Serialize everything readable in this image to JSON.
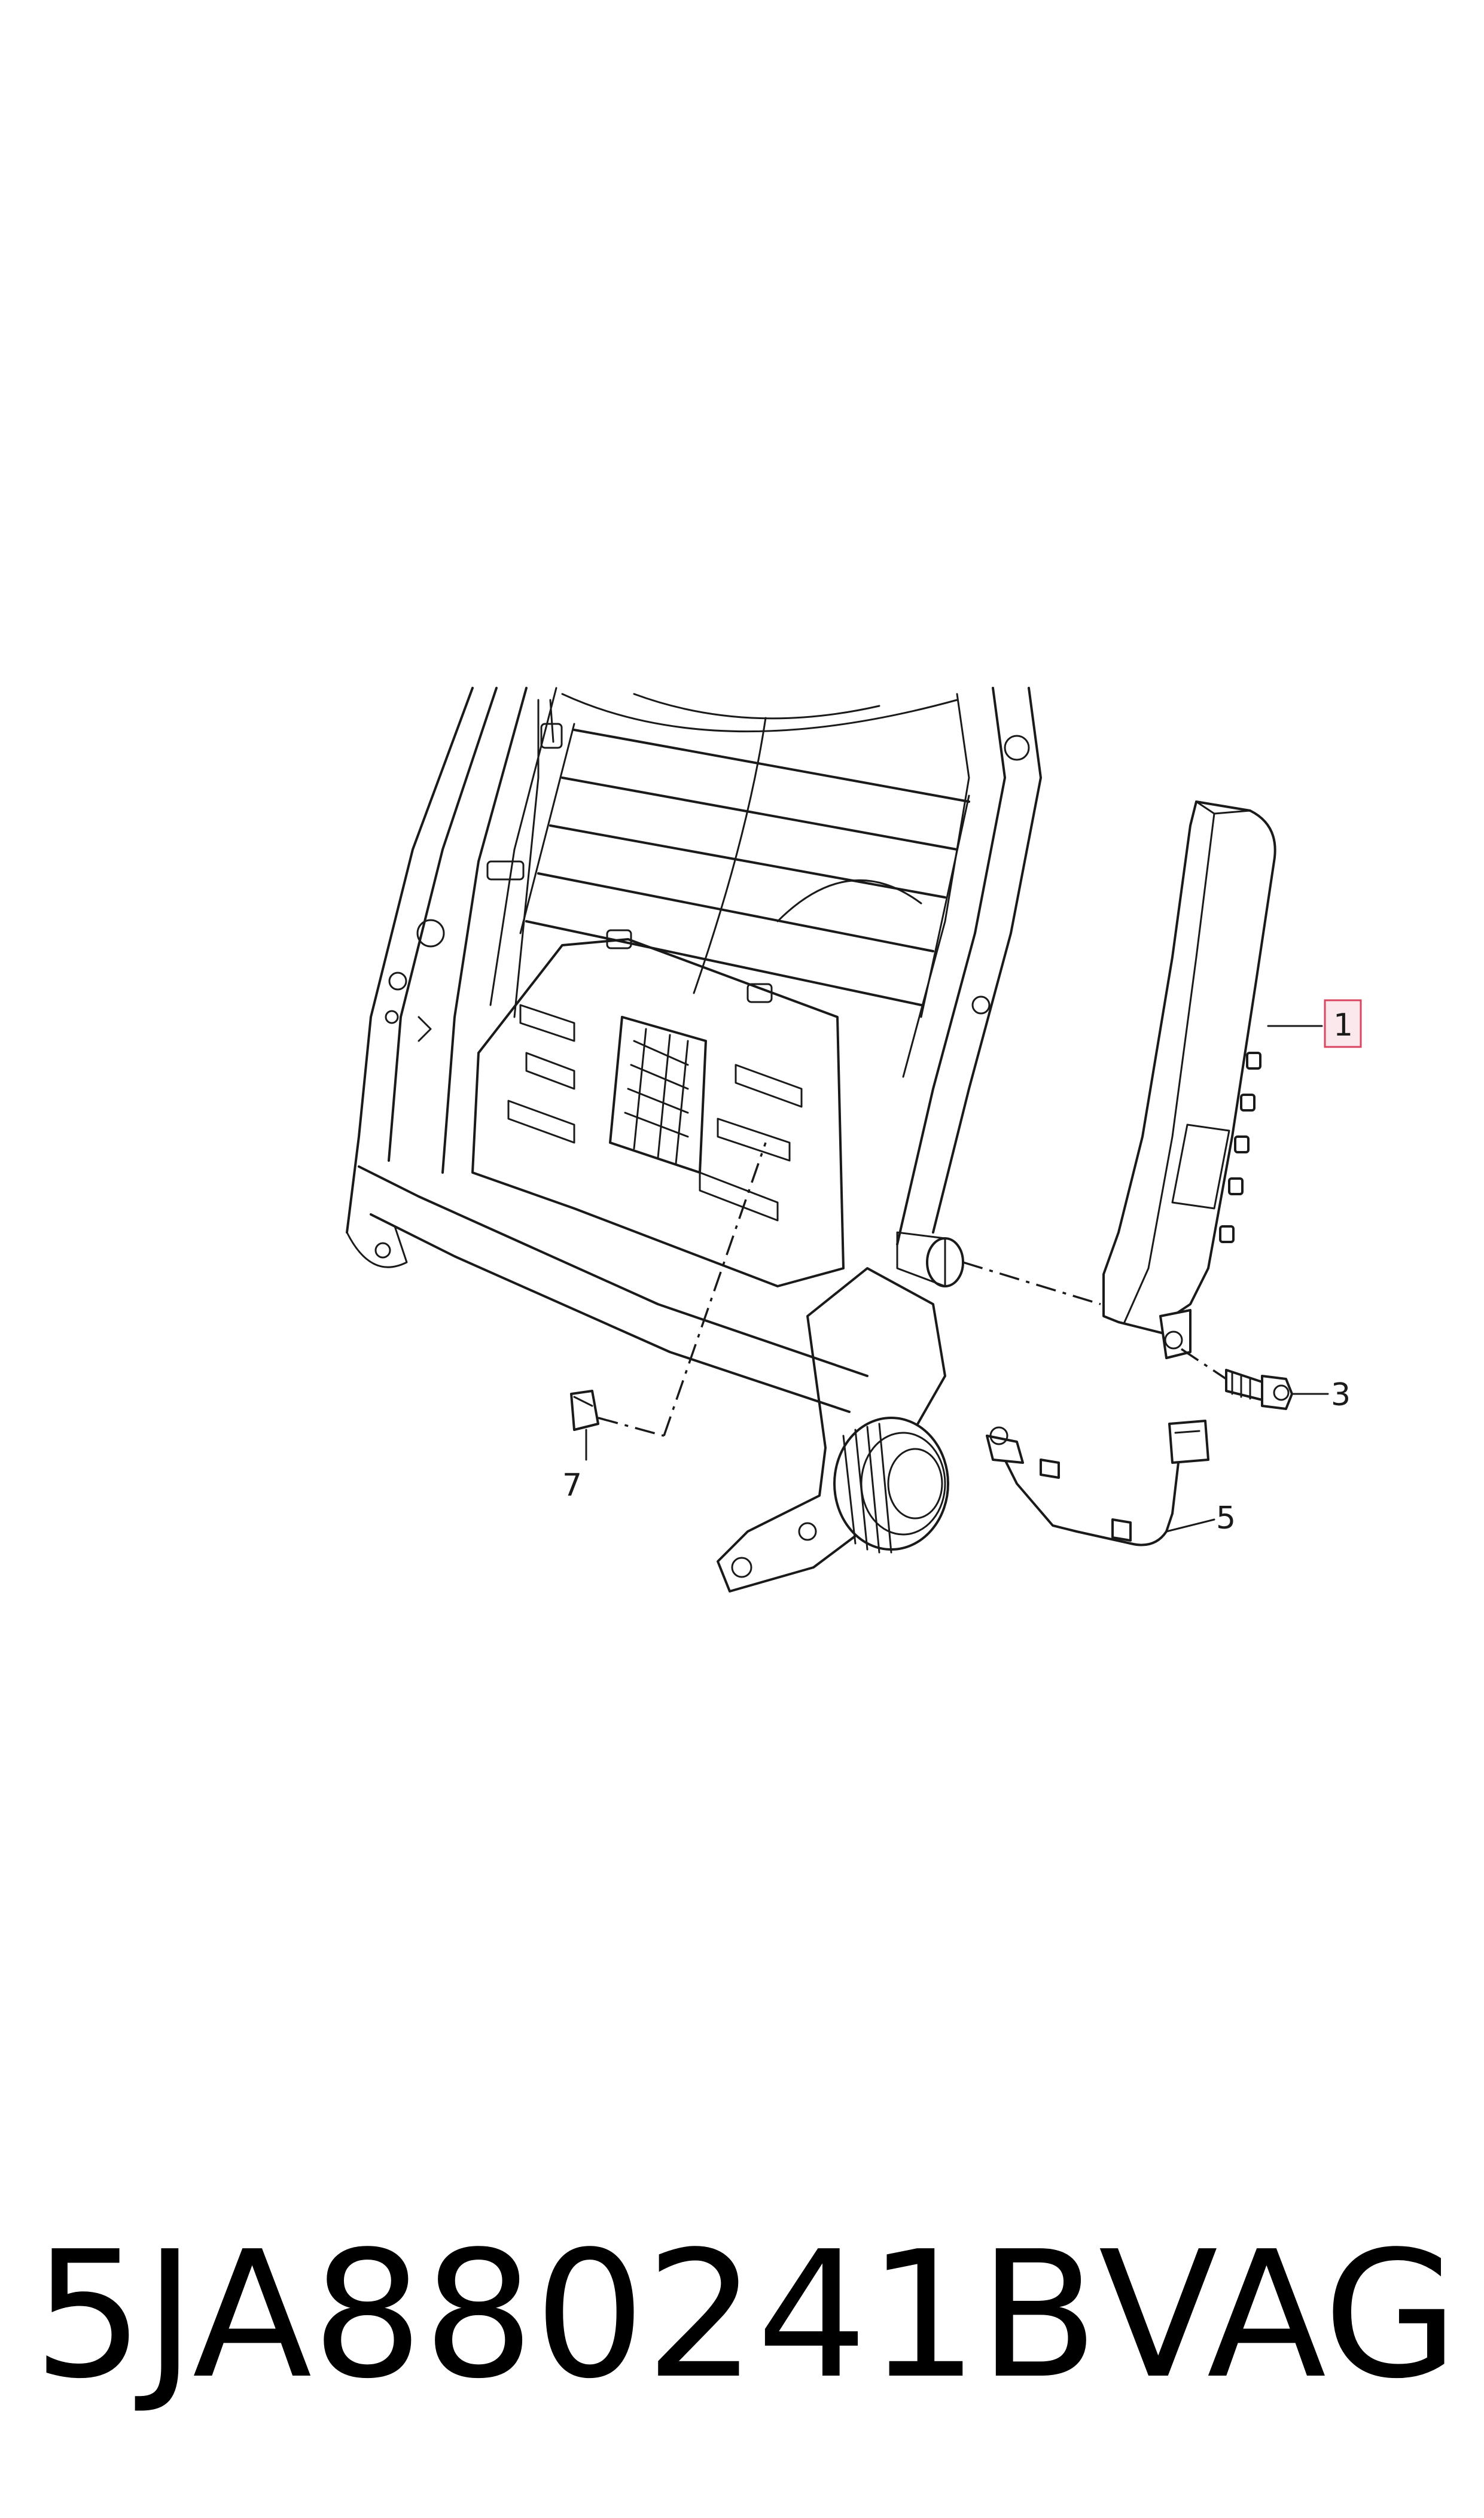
{
  "callouts": {
    "item_1": "1",
    "item_3": "3",
    "item_5": "5",
    "item_7": "7"
  },
  "banner": {
    "part_number": "5JA880241B",
    "brand": "VAG"
  },
  "colors": {
    "line": "#1a1a1a",
    "highlight_fill": "#fbe8ec",
    "highlight_stroke": "#d9455f"
  }
}
